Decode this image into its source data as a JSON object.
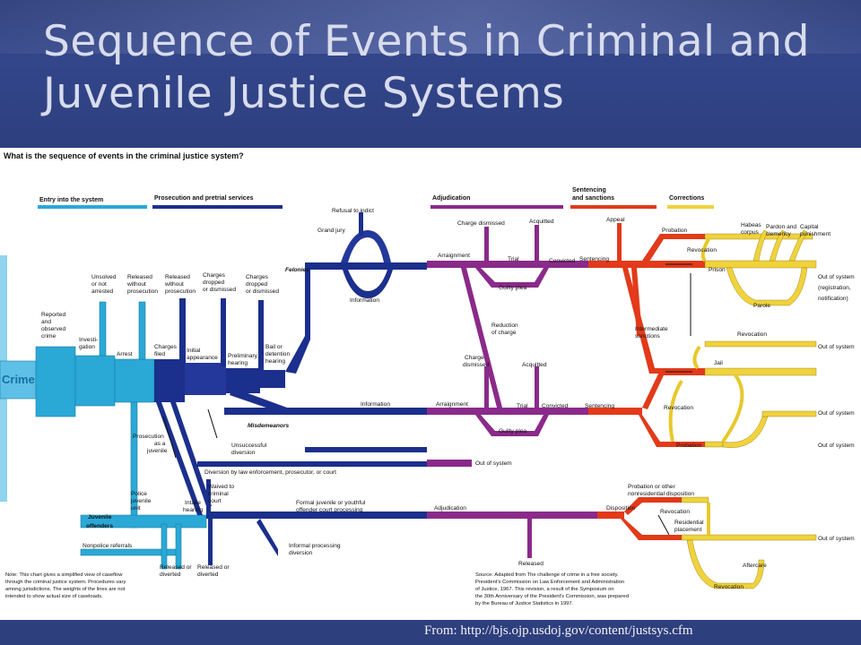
{
  "slide": {
    "title_line1": "Sequence of Events in Criminal and",
    "title_line2": "Juvenile Justice Systems",
    "footer": "From: http://bjs.ojp.usdoj.gov/content/justsys.cfm"
  },
  "colors": {
    "header_bg": "#2e3f7e",
    "entry": "#2aa8d6",
    "prosecution": "#1b2f8c",
    "adjudication": "#8a2a8a",
    "sentencing": "#e23a1a",
    "corrections": "#f0d23c"
  },
  "diagram": {
    "question": "What is the sequence of events in the criminal justice system?",
    "legend": {
      "entry": "Entry into the system",
      "prosecution": "Prosecution and pretrial services",
      "adjudication": "Adjudication",
      "sentencing_1": "Sentencing",
      "sentencing_2": "and sanctions",
      "corrections": "Corrections"
    },
    "crime": "Crime",
    "labels": {
      "reported_1": "Reported",
      "reported_2": "and",
      "reported_3": "observed",
      "reported_4": "crime",
      "unsolved_1": "Unsolved",
      "unsolved_2": "or not",
      "unsolved_3": "arrested",
      "released_1": "Released",
      "released_2": "without",
      "released_3": "prosecution",
      "released_b1": "Released",
      "released_b2": "without",
      "released_b3": "prosecution",
      "charges_d1": "Charges",
      "charges_d2": "dropped",
      "charges_d3": "or dismissed",
      "charges_e1": "Charges",
      "charges_e2": "dropped",
      "charges_e3": "or dismissed",
      "invest_1": "Investi-",
      "invest_2": "gation",
      "arrest": "Arrest",
      "charges_filed_1": "Charges",
      "charges_filed_2": "filed",
      "initial_1": "Initial",
      "initial_2": "appearance",
      "prelim_1": "Preliminary",
      "prelim_2": "hearing",
      "bail_1": "Bail or",
      "bail_2": "detention",
      "bail_3": "hearing",
      "refusal": "Refusal to indict",
      "grand_jury": "Grand jury",
      "felonies": "Felonies",
      "information_f": "Information",
      "information_m": "Information",
      "misdemeanors": "Misdemeanors",
      "prosecution_juv_1": "Prosecution",
      "prosecution_juv_2": "as a",
      "prosecution_juv_3": "juvenile",
      "unsuccessful_1": "Unsuccessful",
      "unsuccessful_2": "diversion",
      "diversion": "Diversion by law enforcement, prosecutor, or court",
      "waived_1": "Waived to",
      "waived_2": "criminal",
      "waived_3": "court",
      "police_juv_1": "Police",
      "police_juv_2": "juvenile",
      "police_juv_3": "unit",
      "intake_1": "Intake",
      "intake_2": "hearing",
      "juvenile_off_1": "Juvenile",
      "juvenile_off_2": "offenders",
      "nonpolice": "Nonpolice referrals",
      "rel_div_a1": "Released or",
      "rel_div_a2": "diverted",
      "rel_div_b1": "Released or",
      "rel_div_b2": "diverted",
      "formal_1": "Formal juvenile or youthful",
      "formal_2": "offender court processing",
      "informal_1": "Informal processing",
      "informal_2": "diversion",
      "charge_dismissed": "Charge dismissed",
      "acquitted_f": "Acquitted",
      "arraignment_f": "Arraignment",
      "trial_f": "Trial",
      "convicted_f": "Convicted",
      "sentencing_f": "Sentencing",
      "guilty_f": "Guilty plea",
      "reduction_1": "Reduction",
      "reduction_2": "of charge",
      "charge_dis_m1": "Charge",
      "charge_dis_m2": "dismissed",
      "acquitted_m": "Acquitted",
      "arraignment_m": "Arraignment",
      "trial_m": "Trial",
      "convicted_m": "Convicted",
      "sentencing_m": "Sentencing",
      "guilty_m": "Guilty plea",
      "out_misd": "Out of system",
      "adjudication_j": "Adjudication",
      "disposition": "Disposition",
      "released_j": "Released",
      "appeal": "Appeal",
      "probation_f": "Probation",
      "revocation_f1": "Revocation",
      "prison": "Prison",
      "habeas_1": "Habeas",
      "habeas_2": "corpus",
      "pardon_1": "Pardon and",
      "pardon_2": "clemency",
      "capital_1": "Capital",
      "capital_2": "punishment",
      "parole": "Parole",
      "revocation_f2": "Revocation",
      "out1_1": "Out of system",
      "out1_2": "(registration,",
      "out1_3": "notification)",
      "intermediate_1": "Intermediate",
      "intermediate_2": "sanctions",
      "out2": "Out of system",
      "jail": "Jail",
      "revocation_m": "Revocation",
      "out3": "Out of system",
      "probation_m": "Probation",
      "out4": "Out of system",
      "prob_other_1": "Probation or other",
      "prob_other_2": "nonresidential disposition",
      "revocation_j1": "Revocation",
      "residential_1": "Residential",
      "residential_2": "placement",
      "out5": "Out of system",
      "aftercare": "Aftercare",
      "revocation_j2": "Revocation"
    },
    "note": [
      "Note: This chart gives a simplified view of caseflow",
      "through the criminal justice system. Procedures vary",
      "among jurisdictions. The weights of the lines are not",
      "intended to show actual size of caseloads."
    ],
    "source": [
      "Source: Adapted from The challenge of crime in a free society.",
      "President's Commission on Law Enforcement and Administration",
      "of Justice, 1967. This revision, a result of the Symposium on",
      "the 30th Anniversary of the President's Commission, was prepared",
      "by the Bureau of Justice Statistics in 1997."
    ]
  }
}
